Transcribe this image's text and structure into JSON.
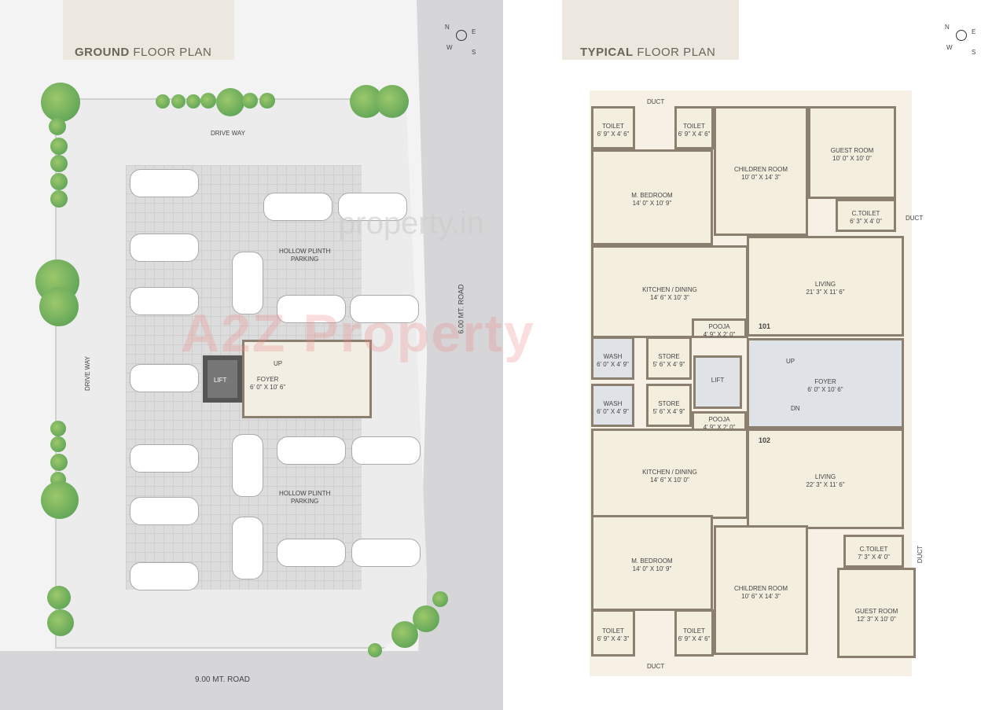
{
  "ground": {
    "title_bold": "GROUND",
    "title_rest": "FLOOR PLAN",
    "labels": {
      "drive_top": "DRIVE WAY",
      "drive_left": "DRIVE WAY",
      "parking_top": "HOLLOW PLINTH\nPARKING",
      "parking_bottom": "HOLLOW PLINTH\nPARKING",
      "lift": "LIFT",
      "foyer": "FOYER",
      "foyer_dim": "6' 0\" X 10' 6\"",
      "up": "UP",
      "road_right": "6.00 MT. ROAD",
      "road_bottom": "9.00 MT. ROAD"
    },
    "compass": {
      "n": "N",
      "e": "E",
      "w": "W",
      "s": "S"
    }
  },
  "typical": {
    "title_bold": "TYPICAL",
    "title_rest": "FLOOR PLAN",
    "compass": {
      "n": "N",
      "e": "E",
      "w": "W",
      "s": "S"
    },
    "rooms": [
      {
        "name": "TOILET",
        "dim": "6' 9\" X 4' 6\""
      },
      {
        "name": "TOILET",
        "dim": "6' 9\" X 4' 6\""
      },
      {
        "name": "M. BEDROOM",
        "dim": "14' 0\" X 10' 9\""
      },
      {
        "name": "CHILDREN ROOM",
        "dim": "10' 0\" X 14' 3\""
      },
      {
        "name": "GUEST ROOM",
        "dim": "10' 0\" X 10' 0\""
      },
      {
        "name": "C.TOILET",
        "dim": "6' 3\" X 4' 0\""
      },
      {
        "name": "KITCHEN / DINING",
        "dim": "14' 6\" X 10' 3\""
      },
      {
        "name": "LIVING",
        "dim": "21' 3\" X 11' 6\""
      },
      {
        "name": "POOJA",
        "dim": "4' 9\" X 2' 0\""
      },
      {
        "name": "WASH",
        "dim": "6' 0\" X 4' 9\""
      },
      {
        "name": "STORE",
        "dim": "5' 6\" X 4' 9\""
      },
      {
        "name": "LIFT",
        "dim": ""
      },
      {
        "name": "FOYER",
        "dim": "6' 0\" X 10' 6\""
      },
      {
        "name": "WASH",
        "dim": "6' 0\" X 4' 9\""
      },
      {
        "name": "STORE",
        "dim": "5' 6\" X 4' 9\""
      },
      {
        "name": "POOJA",
        "dim": "4' 9\" X 2' 0\""
      },
      {
        "name": "KITCHEN / DINING",
        "dim": "14' 6\" X 10' 0\""
      },
      {
        "name": "LIVING",
        "dim": "22' 3\" X 11' 6\""
      },
      {
        "name": "M. BEDROOM",
        "dim": "14' 0\" X 10' 9\""
      },
      {
        "name": "CHILDREN ROOM",
        "dim": "10' 6\" X 14' 3\""
      },
      {
        "name": "C.TOILET",
        "dim": "7' 3\" X 4' 0\""
      },
      {
        "name": "GUEST ROOM",
        "dim": "12' 3\" X 10' 0\""
      },
      {
        "name": "TOILET",
        "dim": "6' 9\" X 4' 3\""
      },
      {
        "name": "TOILET",
        "dim": "6' 9\" X 4' 6\""
      }
    ],
    "ducts": [
      "DUCT",
      "DUCT",
      "DUCT",
      "DUCT"
    ],
    "units": [
      "101",
      "102"
    ],
    "up": "UP",
    "dn": "DN"
  },
  "watermark": {
    "main": "A2Z Property",
    "url": "property.in"
  }
}
